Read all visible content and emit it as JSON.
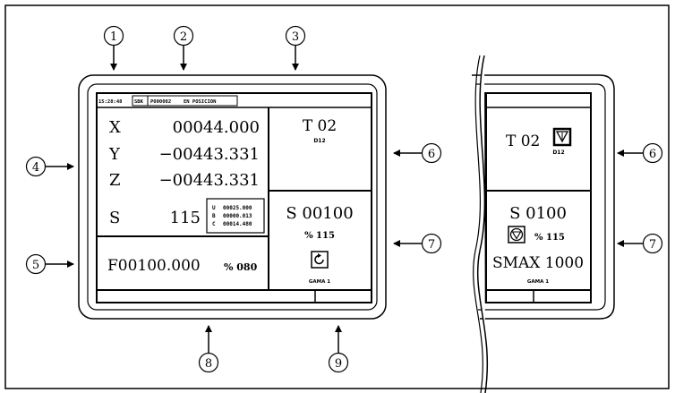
{
  "callouts": [
    "1",
    "2",
    "3",
    "4",
    "5",
    "6",
    "7",
    "8",
    "9"
  ],
  "left_screen": {
    "status": {
      "time": "15:28:48",
      "mode": "SBK",
      "program": "P000002",
      "state": "EN POSICION"
    },
    "axes": [
      {
        "label": "X",
        "value": "00044.000"
      },
      {
        "label": "Y",
        "value": "−00443.331"
      },
      {
        "label": "Z",
        "value": "−00443.331"
      }
    ],
    "spindle_row": {
      "label": "S",
      "value": "115"
    },
    "aux_axes": [
      {
        "label": "U",
        "value": "00025.000"
      },
      {
        "label": "B",
        "value": "00000.013"
      },
      {
        "label": "C",
        "value": "00014.480"
      }
    ],
    "feed": {
      "value": "F00100.000",
      "override": "% 080"
    },
    "tool": {
      "label": "T 02",
      "offset": "D12"
    },
    "spindle": {
      "value": "S 00100",
      "override": "% 115",
      "icon": "spindle-rotation-icon",
      "range": "GAMA 1"
    }
  },
  "right_screen": {
    "tool": {
      "label": "T 02",
      "icon": "tool-down-arrow-icon",
      "offset": "D12"
    },
    "spindle": {
      "value": "S 0100",
      "icon": "spindle-stop-icon",
      "override": "% 115",
      "smax": "SMAX 1000",
      "range": "GAMA 1"
    }
  }
}
